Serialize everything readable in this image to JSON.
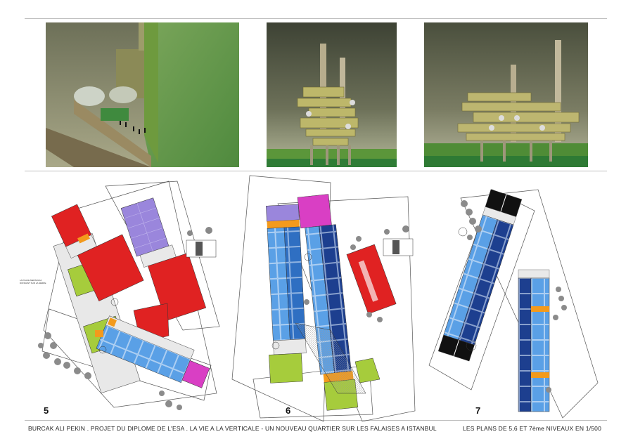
{
  "levels": [
    {
      "number": "5"
    },
    {
      "number": "6"
    },
    {
      "number": "7"
    }
  ],
  "footer": {
    "project": "BURCAK ALI PEKIN . PROJET DU DIPLOME DE L'ESA . LA VIE A LA VERTICALE - UN NOUVEAU QUARTIER SUR LES FALAISES A ISTANBUL",
    "plans": "LES PLANS DE 5,6 ET 7ème NIVEAUX EN 1/500"
  },
  "colors": {
    "red": "#e02222",
    "violet": "#9a86dc",
    "lime": "#a6cc3c",
    "magenta": "#d93fc4",
    "orange": "#f39a1c",
    "blue_light": "#5aa0e6",
    "blue_mid": "#2f6fc2",
    "blue_dark": "#1d3f8f",
    "sky": "#4a4f3a",
    "grass": "#4c8c2c"
  }
}
